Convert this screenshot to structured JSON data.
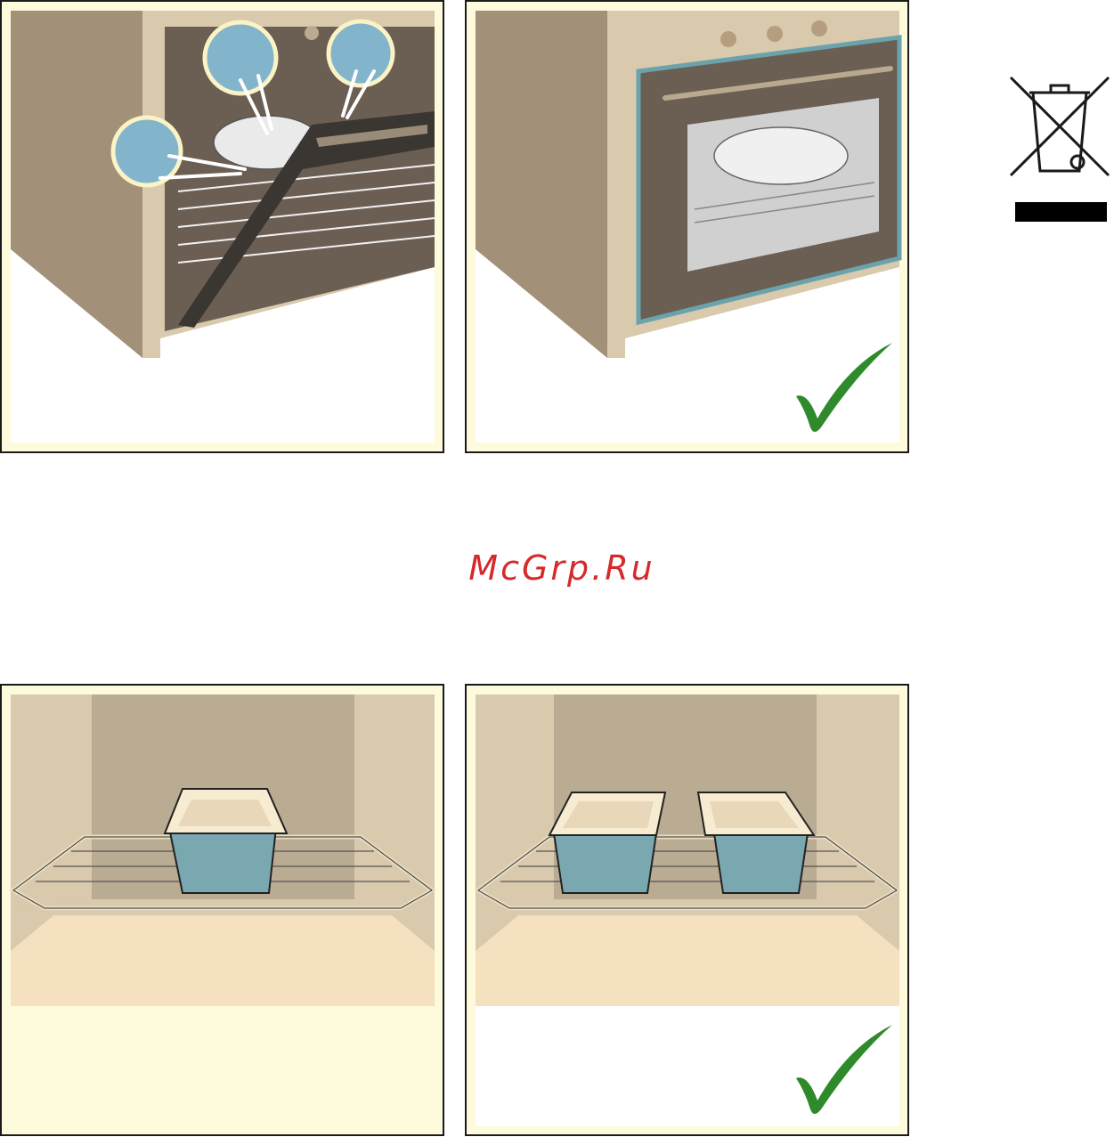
{
  "watermark": {
    "text": "McGrp.Ru"
  },
  "panels": [
    {
      "id": "steam-door-open",
      "verdict": "incorrect",
      "icon": "steam-icon"
    },
    {
      "id": "door-closed",
      "verdict": "correct",
      "icon": "checkmark-icon"
    },
    {
      "id": "one-loaf-pan",
      "verdict": "incorrect",
      "icon": "loaf-pan-icon"
    },
    {
      "id": "two-loaf-pans",
      "verdict": "correct",
      "icon": "checkmark-icon"
    }
  ],
  "symbols": {
    "disposal": "crossed-out-wheelie-bin-icon"
  },
  "colors": {
    "frame": "#1a1a1a",
    "panel_bg": "#fefbdc",
    "cabinet": "#a29178",
    "cabinet_light": "#d9c9ad",
    "oven_body": "#6b5e52",
    "steam": "#82b5cc",
    "pan": "#7aa8b0",
    "check": "#2e8a2a",
    "watermark": "#d62a2a",
    "oven_floor": "#f5e0c0",
    "oven_wall": "#baab93"
  }
}
